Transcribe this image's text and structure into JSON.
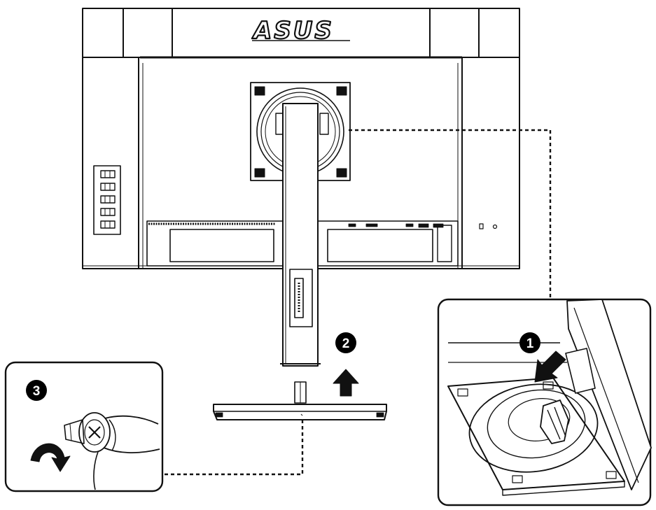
{
  "brand": {
    "logo": "ASUS"
  },
  "steps": [
    {
      "number": "1",
      "icon": "push-arrow-icon"
    },
    {
      "number": "2",
      "icon": "up-arrow-icon"
    },
    {
      "number": "3",
      "icon": "rotate-arrow-icon"
    }
  ],
  "colors": {
    "line": "#111111",
    "background": "#ffffff",
    "badge": "#000000"
  }
}
